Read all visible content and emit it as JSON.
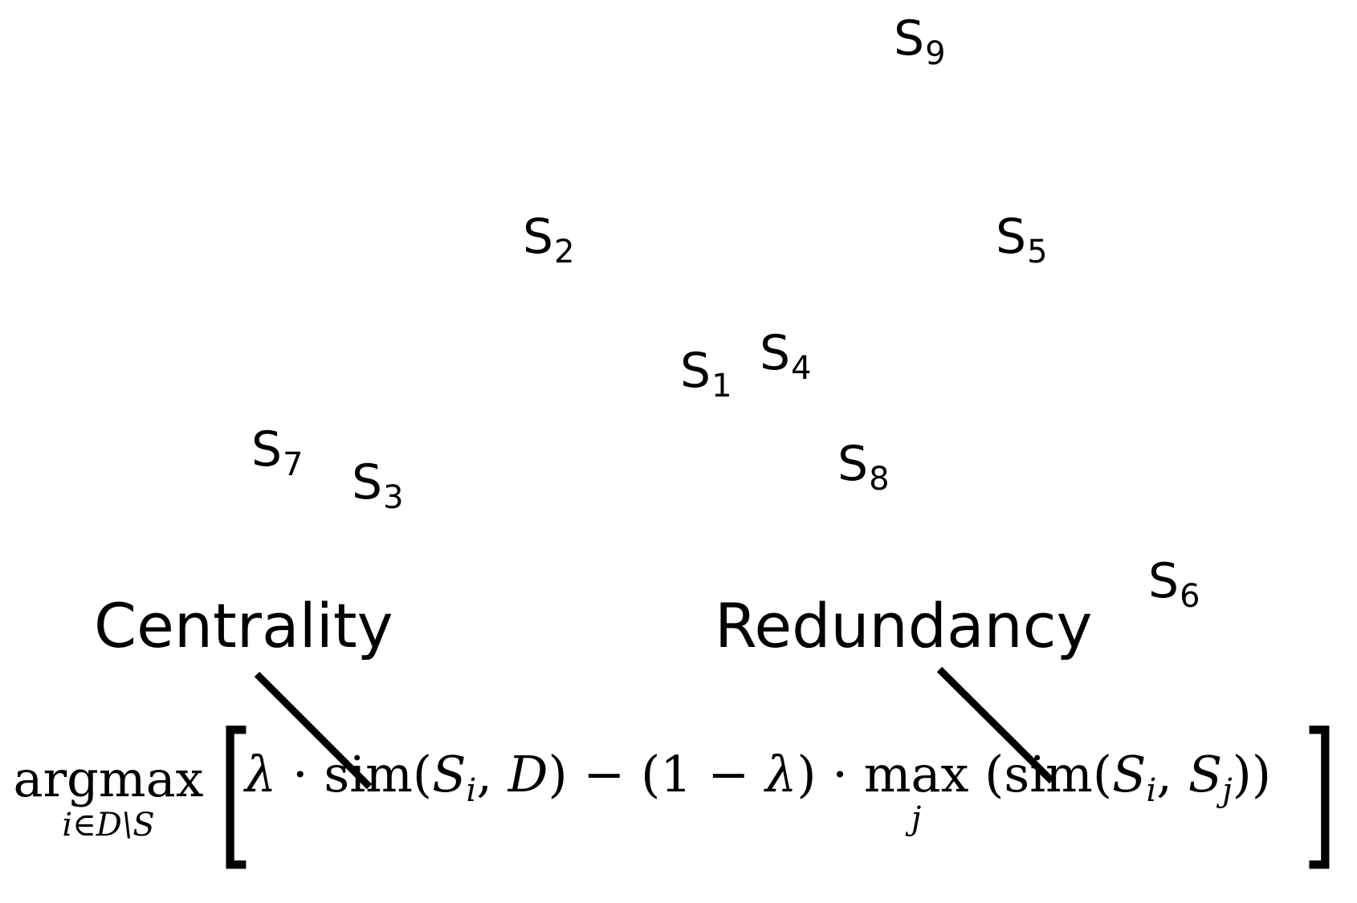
{
  "sentences": [
    {
      "base": "S",
      "index": "9"
    },
    {
      "base": "S",
      "index": "2"
    },
    {
      "base": "S",
      "index": "5"
    },
    {
      "base": "S",
      "index": "1"
    },
    {
      "base": "S",
      "index": "4"
    },
    {
      "base": "S",
      "index": "7"
    },
    {
      "base": "S",
      "index": "3"
    },
    {
      "base": "S",
      "index": "8"
    },
    {
      "base": "S",
      "index": "6"
    }
  ],
  "labels": {
    "centrality": "Centrality",
    "redundancy": "Redundancy"
  },
  "formula": {
    "operator": "argmax",
    "operator_subscript": "i∈D\\S",
    "open_bracket": "[",
    "close_bracket": "]",
    "lambda": "λ",
    "dot": " · ",
    "sim": "sim",
    "open_paren": "(",
    "close_paren": ")",
    "S": "S",
    "i": "i",
    "j": "j",
    "comma": ", ",
    "D": "D",
    "minus": " − ",
    "one": "1",
    "max": "max",
    "max_subscript": "j"
  }
}
